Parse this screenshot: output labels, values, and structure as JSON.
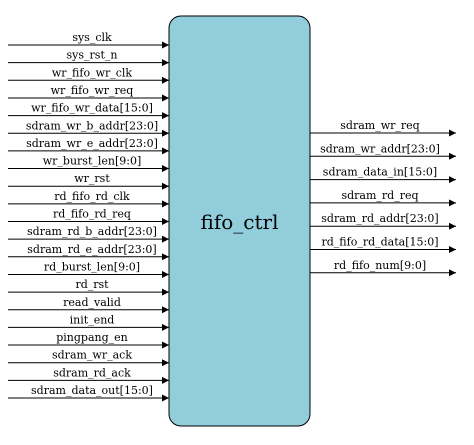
{
  "module": {
    "name": "fifo_ctrl",
    "fill_color": "#92CDDC",
    "border_color": "#000000"
  },
  "inputs": [
    {
      "label": "sys_clk"
    },
    {
      "label": "sys_rst_n"
    },
    {
      "label": "wr_fifo_wr_clk"
    },
    {
      "label": "wr_fifo_wr_req"
    },
    {
      "label": "wr_fifo_wr_data[15:0]"
    },
    {
      "label": "sdram_wr_b_addr[23:0]"
    },
    {
      "label": "sdram_wr_e_addr[23:0]"
    },
    {
      "label": "wr_burst_len[9:0]"
    },
    {
      "label": "wr_rst"
    },
    {
      "label": "rd_fifo_rd_clk"
    },
    {
      "label": "rd_fifo_rd_req"
    },
    {
      "label": "sdram_rd_b_addr[23:0]"
    },
    {
      "label": "sdram_rd_e_addr[23:0]"
    },
    {
      "label": "rd_burst_len[9:0]"
    },
    {
      "label": "rd_rst"
    },
    {
      "label": "read_valid"
    },
    {
      "label": "init_end"
    },
    {
      "label": "pingpang_en"
    },
    {
      "label": "sdram_wr_ack"
    },
    {
      "label": "sdram_rd_ack"
    },
    {
      "label": "sdram_data_out[15:0]"
    }
  ],
  "outputs": [
    {
      "label": "sdram_wr_req"
    },
    {
      "label": "sdram_wr_addr[23:0]"
    },
    {
      "label": "sdram_data_in[15:0]"
    },
    {
      "label": "sdram_rd_req"
    },
    {
      "label": "sdram_rd_addr[23:0]"
    },
    {
      "label": "rd_fifo_rd_data[15:0]"
    },
    {
      "label": "rd_fifo_num[9:0]"
    }
  ]
}
